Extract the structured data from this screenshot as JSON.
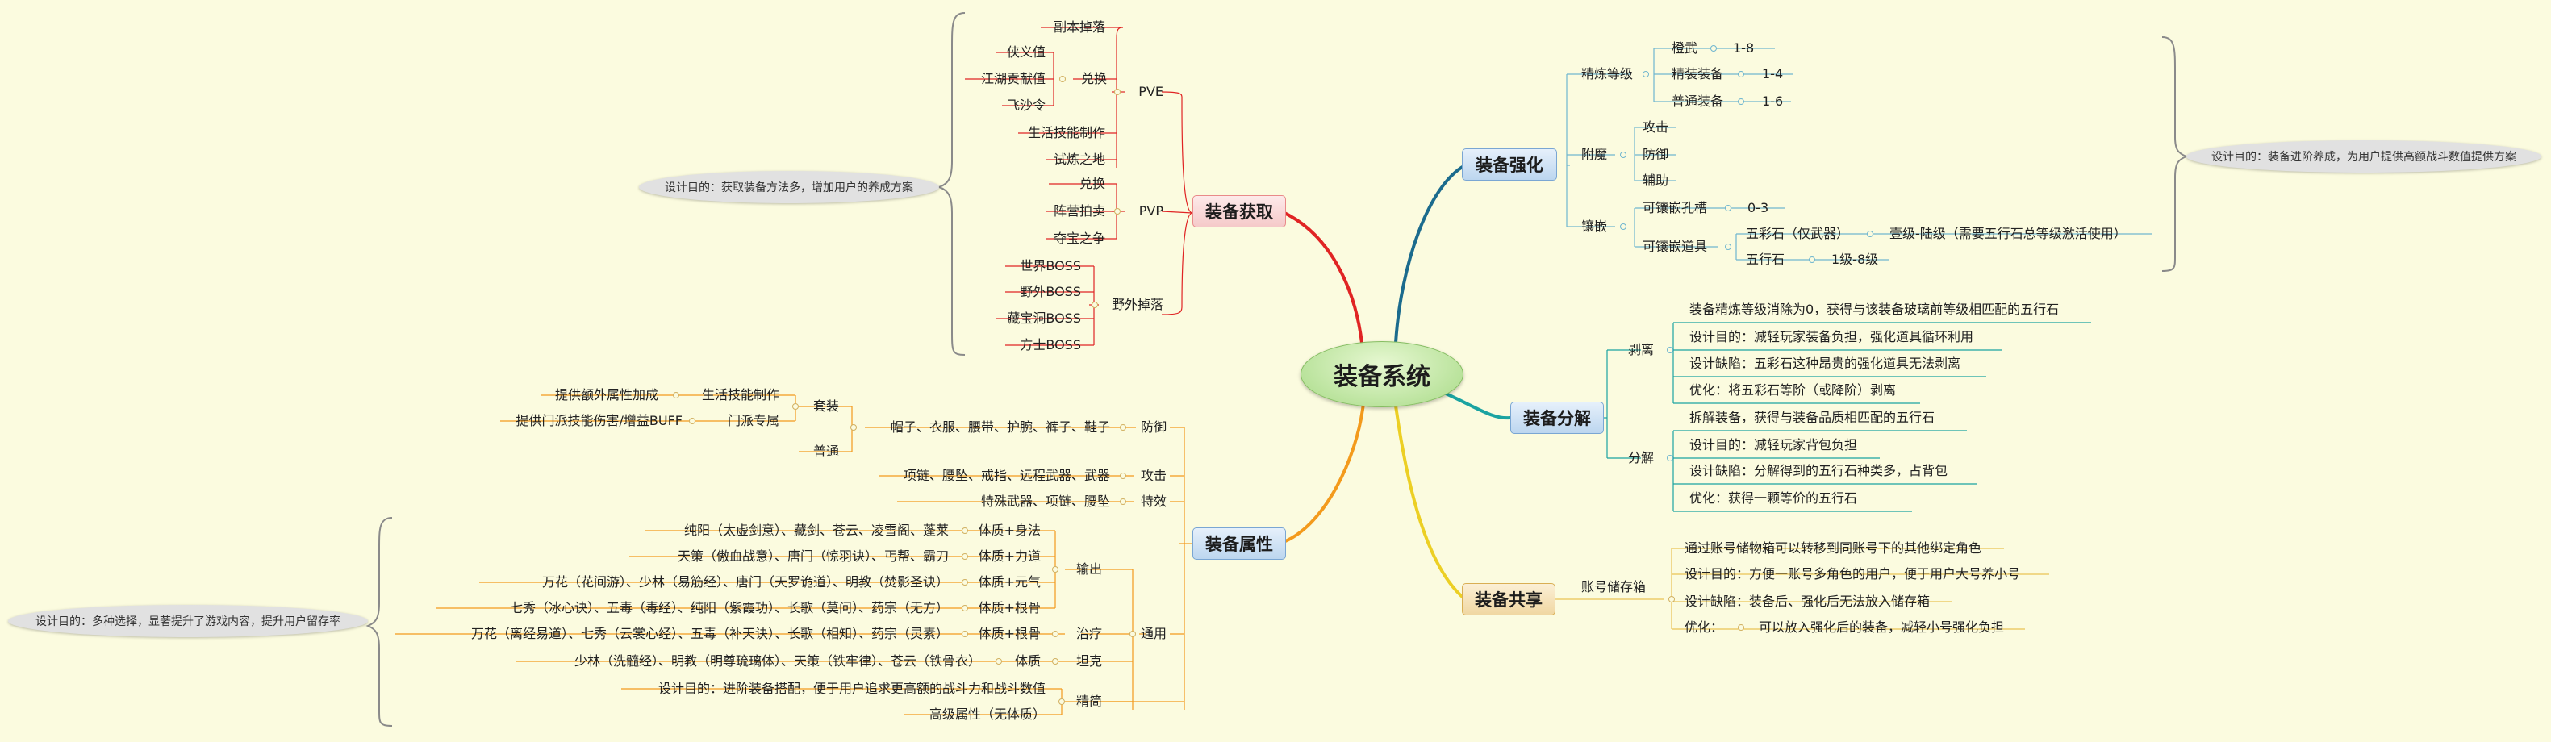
{
  "root": "装备系统",
  "topics": {
    "acquire": "装备获取",
    "attr": "装备属性",
    "enhance": "装备强化",
    "decompose": "装备分解",
    "share": "装备共享"
  },
  "callouts": {
    "acquire": "设计目的：获取装备方法多，增加用户的养成方案",
    "attr": "设计目的：多种选择，显著提升了游戏内容，提升用户留存率",
    "enhance": "设计目的：装备进阶养成，为用户提供高额战斗数值提供方案"
  },
  "acquire": {
    "pve": "PVE",
    "pve_items": [
      "副本掉落",
      "兑换",
      "生活技能制作",
      "试炼之地"
    ],
    "pve_exchange": [
      "侠义值",
      "江湖贡献值",
      "飞沙令"
    ],
    "pvp": "PVP",
    "pvp_items": [
      "兑换",
      "阵营拍卖",
      "夺宝之争"
    ],
    "field": "野外掉落",
    "field_items": [
      "世界BOSS",
      "野外BOSS",
      "藏宝洞BOSS",
      "方士BOSS"
    ]
  },
  "attr": {
    "suit": "套装",
    "suit_items": [
      {
        "name": "生活技能制作",
        "note": "提供额外属性加成"
      },
      {
        "name": "门派专属",
        "note": "提供门派技能伤害/增益BUFF"
      }
    ],
    "normal": "普通",
    "general": "通用",
    "slots": [
      {
        "items": "帽子、衣服、腰带、护腕、裤子、鞋子",
        "type": "防御"
      },
      {
        "items": "项链、腰坠、戒指、远程武器、武器",
        "type": "攻击"
      },
      {
        "items": "特殊武器、项链、腰坠",
        "type": "特效"
      }
    ],
    "output": "输出",
    "output_items": [
      {
        "schools": "纯阳（太虚剑意）、藏剑、苍云、凌雪阁、蓬莱",
        "stat": "体质+身法"
      },
      {
        "schools": "天策（傲血战意）、唐门（惊羽诀）、丐帮、霸刀",
        "stat": "体质+力道"
      },
      {
        "schools": "万花（花间游）、少林（易筋经）、唐门（天罗诡道）、明教（焚影圣诀）",
        "stat": "体质+元气"
      },
      {
        "schools": "七秀（冰心诀）、五毒（毒经）、纯阳（紫霞功）、长歌（莫问）、药宗（无方）",
        "stat": "体质+根骨"
      }
    ],
    "heal": "治疗",
    "heal_items": [
      {
        "schools": "万花（离经易道）、七秀（云裳心经）、五毒（补天诀）、长歌（相知）、药宗（灵素）",
        "stat": "体质+根骨"
      }
    ],
    "tank": "坦克",
    "tank_items": [
      {
        "schools": "少林（洗髓经）、明教（明尊琉璃体）、天策（铁牢律）、苍云（铁骨衣）",
        "stat": "体质"
      }
    ],
    "refine": "精简",
    "refine_items": [
      "设计目的：进阶装备搭配，便于用户追求更高额的战斗力和战斗数值",
      "高级属性（无体质）"
    ]
  },
  "enhance": {
    "refine": "精炼等级",
    "refine_items": [
      {
        "name": "橙武",
        "value": "1-8"
      },
      {
        "name": "精装装备",
        "value": "1-4"
      },
      {
        "name": "普通装备",
        "value": "1-6"
      }
    ],
    "enchant": "附魔",
    "enchant_items": [
      "攻击",
      "防御",
      "辅助"
    ],
    "inlay": "镶嵌",
    "inlay_slots": {
      "name": "可镶嵌孔槽",
      "value": "0-3"
    },
    "inlay_items": "可镶嵌道具",
    "colorstone": {
      "name": "五彩石（仅武器）",
      "note": "壹级-陆级（需要五行石总等级激活使用）"
    },
    "fivestone": {
      "name": "五行石",
      "value": "1级-8级"
    }
  },
  "decompose": {
    "strip": "剥离",
    "strip_items": [
      "装备精炼等级消除为0，获得与该装备玻璃前等级相匹配的五行石",
      "设计目的：减轻玩家装备负担，强化道具循环利用",
      "设计缺陷：五彩石这种昂贵的强化道具无法剥离",
      "优化：将五彩石等阶（或降阶）剥离"
    ],
    "split": "分解",
    "split_items": [
      "拆解装备，获得与装备品质相匹配的五行石",
      "设计目的：减轻玩家背包负担",
      "设计缺陷：分解得到的五行石种类多，占背包",
      "优化：获得一颗等价的五行石"
    ]
  },
  "share": {
    "storage": "账号储存箱",
    "items": [
      "通过账号储物箱可以转移到同账号下的其他绑定角色",
      "设计目的：方便一账号多角色的用户，便于用户大号养小号",
      "设计缺陷：装备后、强化后无法放入储存箱"
    ],
    "opt_label": "优化：",
    "opt_text": "可以放入强化后的装备，减轻小号强化负担"
  },
  "colors": {
    "acquire": "#e02424",
    "attr": "#f39a1c",
    "enhance": "#1b6b8d",
    "decompose": "#1ba3a1",
    "share": "#eccf24",
    "leaf": "#e9c255",
    "callout_bg": "#e1e1e1"
  }
}
